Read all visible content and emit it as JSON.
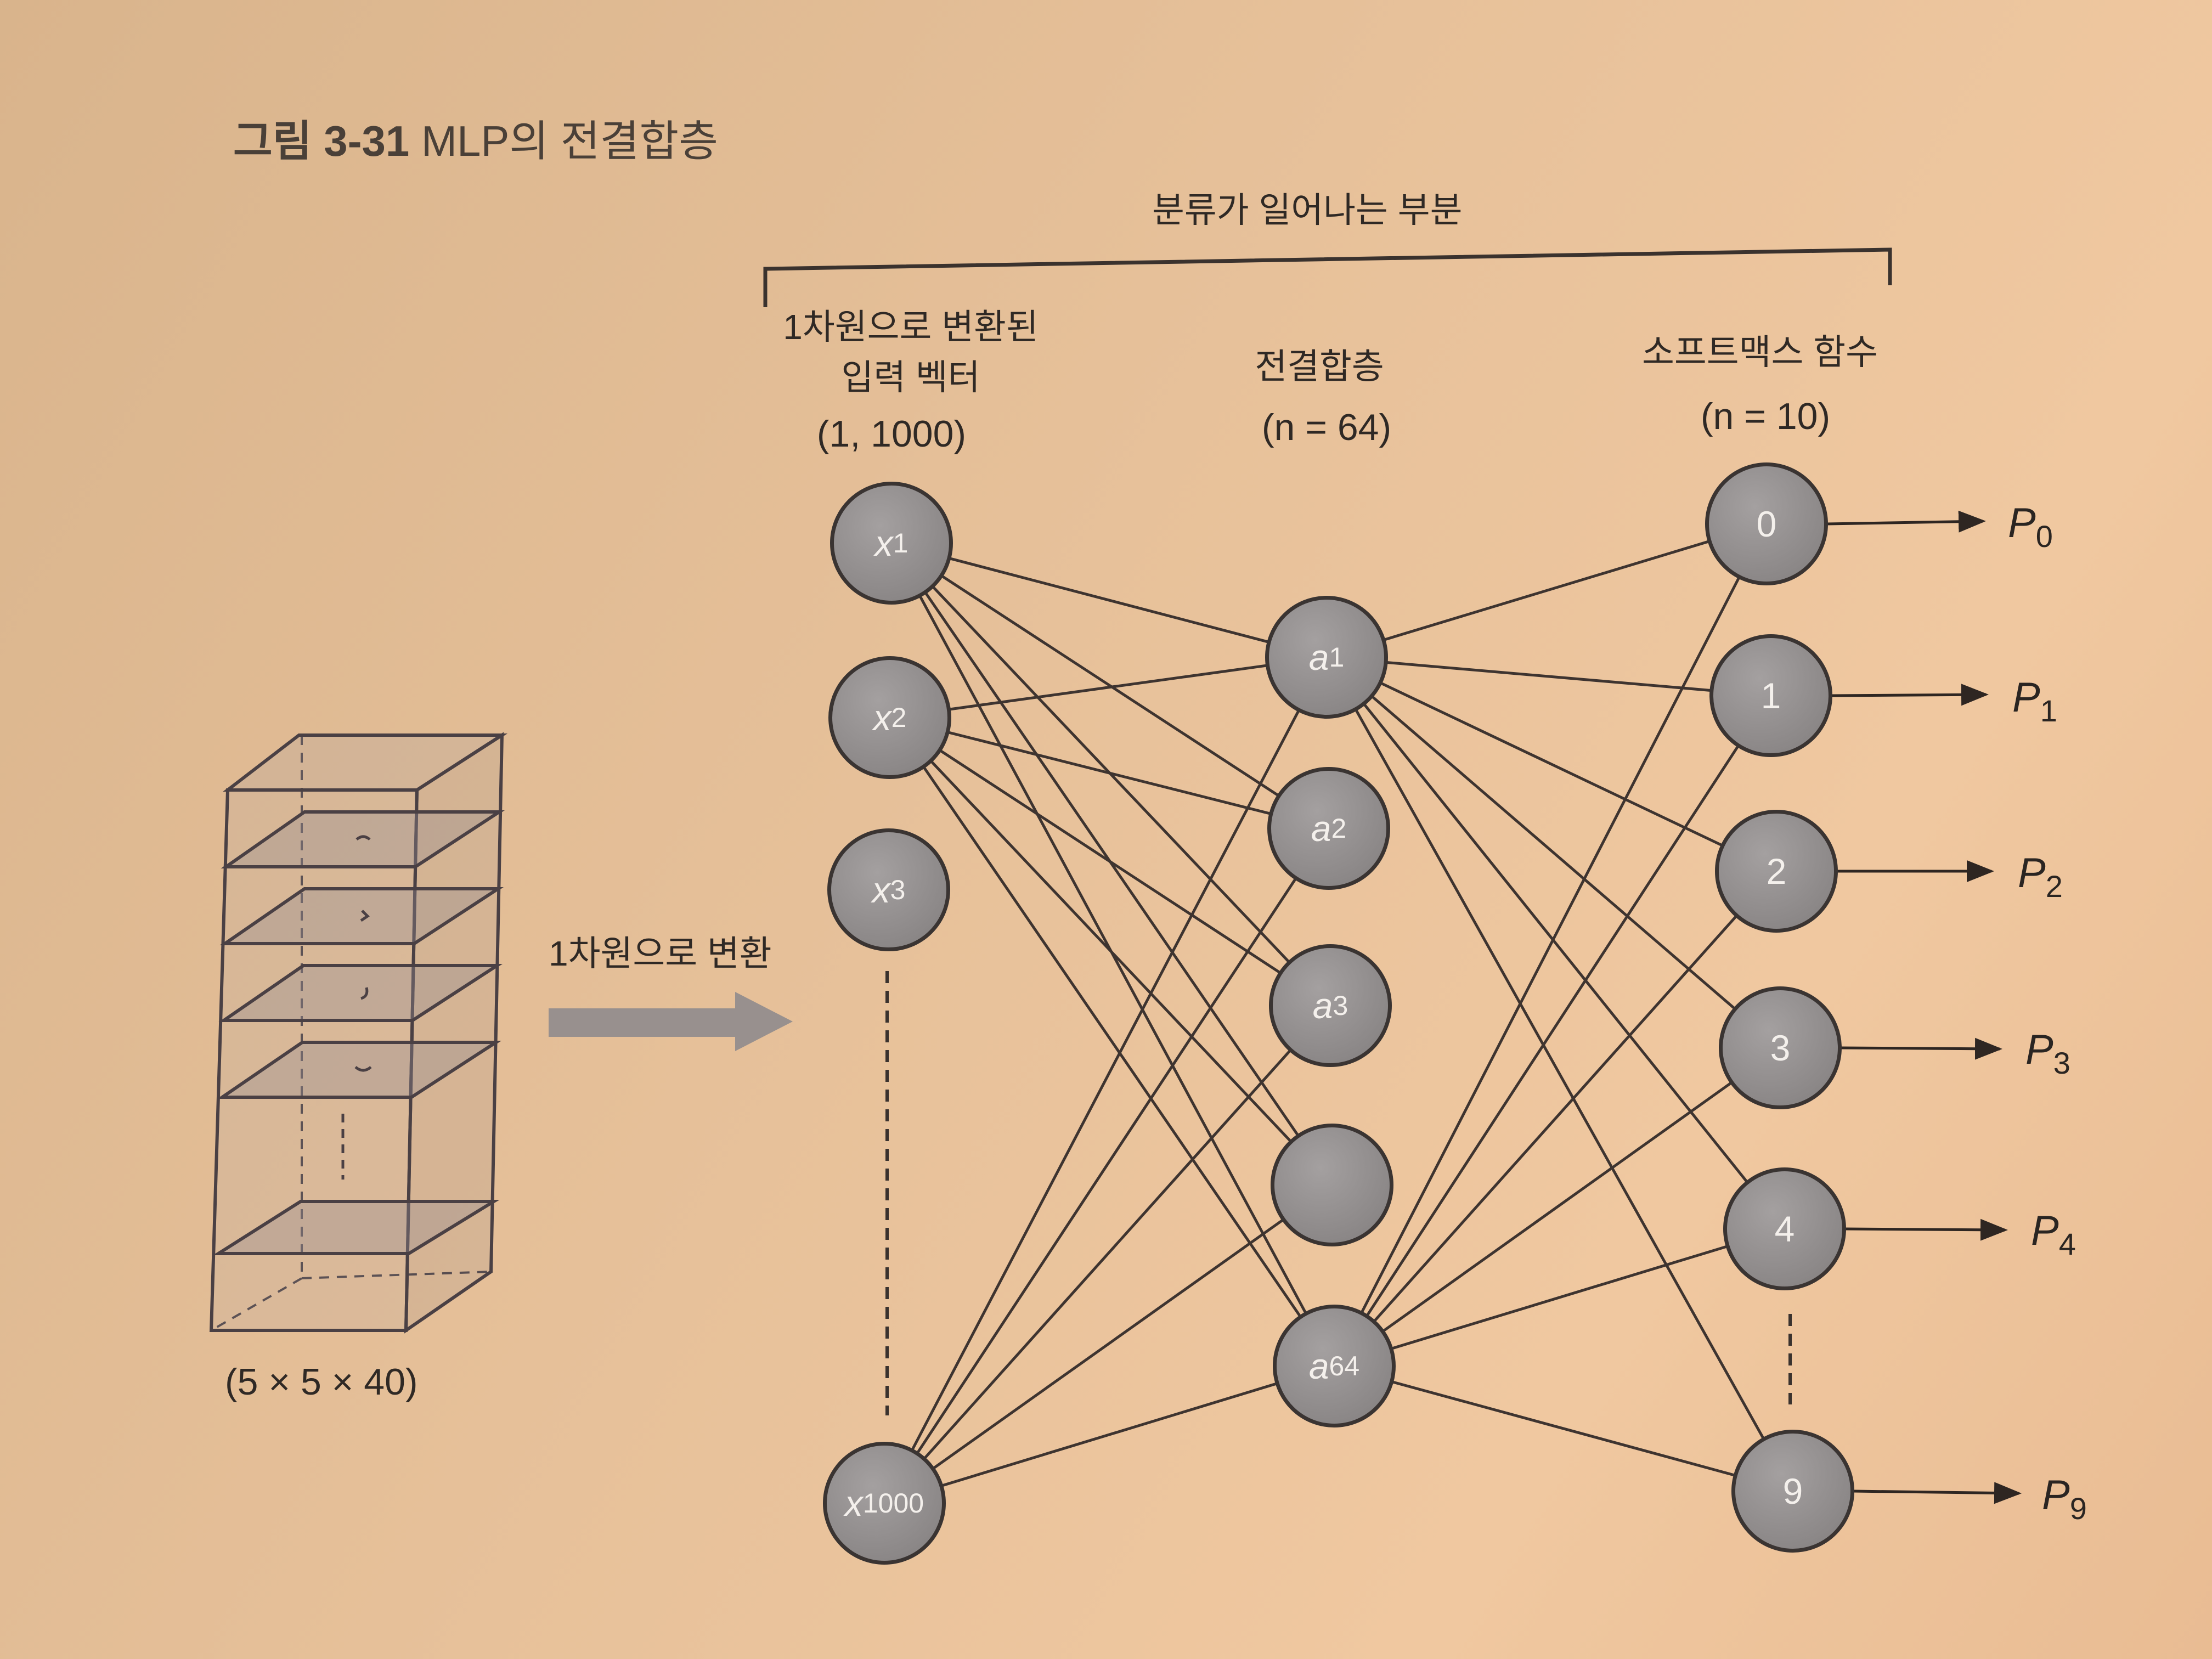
{
  "figure": {
    "number": "그림 3-31",
    "caption": "MLP의 전결합층"
  },
  "bracket_label": "분류가 일어나는 부분",
  "columns": {
    "input": {
      "line1": "1차원으로 변환된",
      "line2": "입력 벡터",
      "shape": "(1, 1000)"
    },
    "hidden": {
      "title": "전결합층",
      "count": "(n = 64)"
    },
    "softmax": {
      "title": "소프트맥스 함수",
      "count": "(n = 10)"
    }
  },
  "flatten_arrow_label": "1차원으로 변환",
  "tensor_shape": "(5 × 5 × 40)",
  "input_nodes": [
    {
      "var": "x",
      "sub": "1"
    },
    {
      "var": "x",
      "sub": "2"
    },
    {
      "var": "x",
      "sub": "3"
    },
    {
      "var": "x",
      "sub": "1000"
    }
  ],
  "hidden_nodes": [
    {
      "var": "a",
      "sub": "1"
    },
    {
      "var": "a",
      "sub": "2"
    },
    {
      "var": "a",
      "sub": "3"
    },
    {
      "var": "",
      "sub": ""
    },
    {
      "var": "a",
      "sub": "64"
    }
  ],
  "output_nodes": [
    "0",
    "1",
    "2",
    "3",
    "4",
    "9"
  ],
  "probabilities": [
    {
      "var": "P",
      "sub": "0"
    },
    {
      "var": "P",
      "sub": "1"
    },
    {
      "var": "P",
      "sub": "2"
    },
    {
      "var": "P",
      "sub": "3"
    },
    {
      "var": "P",
      "sub": "4"
    },
    {
      "var": "P",
      "sub": "9"
    }
  ],
  "colors": {
    "node_fill": "#8c8888",
    "node_stroke": "#3a3432",
    "wire": "#3e3430",
    "arrow_gray": "#8f8b8d",
    "background": "#e7c19a"
  }
}
